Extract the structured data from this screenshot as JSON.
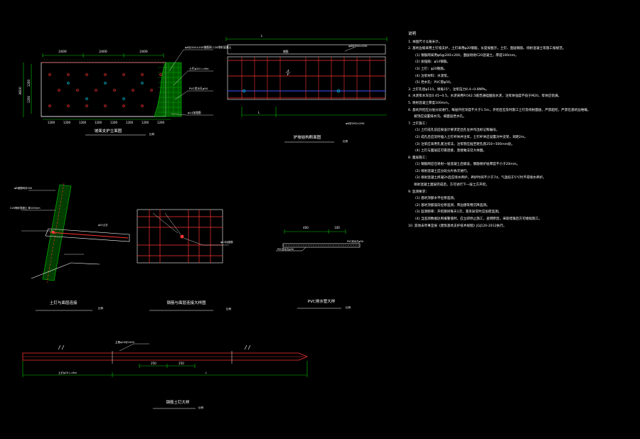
{
  "drawing": {
    "titles": {
      "slope_elevation": "坡面支护立面图",
      "anchor_section": "护坡结构断面图",
      "soil_nail_joint": "土钉与面层连接",
      "rebar_joint": "钢筋与面层连接大样图",
      "pvc_drain": "PVC排水管大样",
      "soil_nail_detail": "钢筋土钉大样"
    },
    "scale_note": "比例",
    "top_dims": [
      "2400",
      "2400",
      "2400"
    ],
    "bottom_dims": [
      "1200",
      "1200",
      "1200",
      "1200",
      "1200",
      "1200",
      "1200",
      "1200"
    ],
    "side_dims": [
      "1200",
      "1200"
    ],
    "side_total": "3600",
    "callouts": {
      "mesh_spec": "φ6@200×200钢筋网 C20喷射混凝土",
      "nail_spec": "土钉φ20 L=6m",
      "drain_spec": "PVC泄水孔φ50",
      "joint_spec": "φ14加强筋",
      "section_top": "φ6@200×200",
      "section_bottom": "φ6@200×200",
      "section_label": "钢筋",
      "section_L": "L",
      "bar_callout": "主筋φ20@1500",
      "bar_dims": [
        "250",
        "250"
      ],
      "pvc_dims": [
        "400",
        "100"
      ],
      "nail_callout": "土钉φ20 L=6m",
      "joint_callout_1": "φ6钢筋网@200",
      "joint_callout_2": "C20喷射混凝土 厚100mm",
      "joint_callout_3": "φ20土钉"
    },
    "notes": {
      "heading": "说明",
      "lines": [
        "1. 本图尺寸以毫米计。",
        "2. 基坑边坡采用土钉墙支护，土钉采用φ20钢筋，长度按图示，土钉、面层钢筋、喷射混凝土等施工按规范。",
        "(1) 钢筋网采用φ6@200×200，面层喷射C20混凝土，厚度100mm。",
        "(2) 加强筋：φ14钢筋。",
        "(3) 土钉：φ20钢筋。",
        "(4) 注浆材料：水泥浆。",
        "(5) 泄水孔：PVC管φ50。",
        "3. 土钉孔径φ110，倾角15°，注浆压力0.4~0.6MPa。",
        "4. 水泥浆水灰比0.45~0.5，水泥采用P.O42.5级普通硅酸盐水泥，注浆体强度不低于M20，浆体应饱满。",
        "5. 喷射混凝土厚度100mm。",
        "6. 基坑开挖应分层分段进行，每层开挖深度不大于1.5m，开挖后应及时施工土钉及喷射面层，严禁超挖，严禁在基坑边堆载。",
        "   坡顶应设置排水沟，坡面设泄水孔。",
        "7. 土钉施工：",
        "(1) 土钉成孔前应按设计要求定出孔位并作出标记和编号。",
        "(2) 成孔后应及时插入土钉杆体并注浆，土钉杆体应设置对中支架，间距2m。",
        "(3) 注浆应采用孔底注浆法，注浆管应插至距孔底250~500mm处。",
        "(4) 土钉与面层应可靠连接，连接做法见大样图。",
        "8. 面层施工：",
        "(1) 钢筋网应在喷射一层混凝土后铺设，钢筋保护层厚度不小于20mm。",
        "(2) 喷射混凝土应分段分片依次进行。",
        "(3) 喷射混凝土终凝2h后应喷水养护，养护时间不少于7d，气温低于5℃时不得喷水养护。",
        "   喷射混凝土面层完成后，方可进行下一层土方开挖。",
        "9. 监测要求：",
        "(1) 基坑顶部水平位移监测。",
        "(2) 基坑顶部竖向位移监测，周边建筑物沉降监测。",
        "(3) 监测频率：开挖期间每天1次，变形异常时应加密监测。",
        "(4) 当监测数据达到报警值时，应立即停止施工，查明原因，采取措施后方可继续施工。",
        "10. 其他未尽事宜按《建筑基坑支护技术规程》JGJ120-2012执行。"
      ]
    }
  }
}
